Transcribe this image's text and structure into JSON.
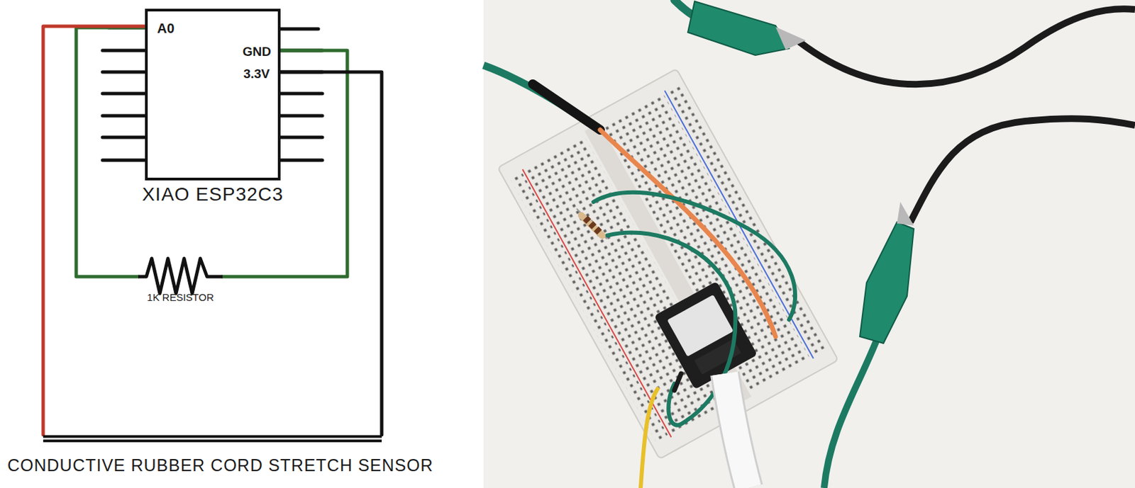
{
  "diagram": {
    "nodes": [
      {
        "text": [
          "A0",
          "GND",
          "3.3V",
          "XIAO ESP32C3"
        ]
      },
      {
        "text": [
          "1K RESISTOR"
        ]
      },
      {
        "text": [
          "CONDUCTIVE RUBBER CORD STRETCH SENSOR"
        ]
      }
    ],
    "edges": [
      {
        "from": 0,
        "to": 1,
        "arrow": "none"
      },
      {
        "from": 1,
        "to": 0,
        "arrow": "none"
      },
      {
        "from": 0,
        "to": 2,
        "arrow": "none"
      },
      {
        "from": 0,
        "to": 2,
        "arrow": "none"
      }
    ]
  }
}
